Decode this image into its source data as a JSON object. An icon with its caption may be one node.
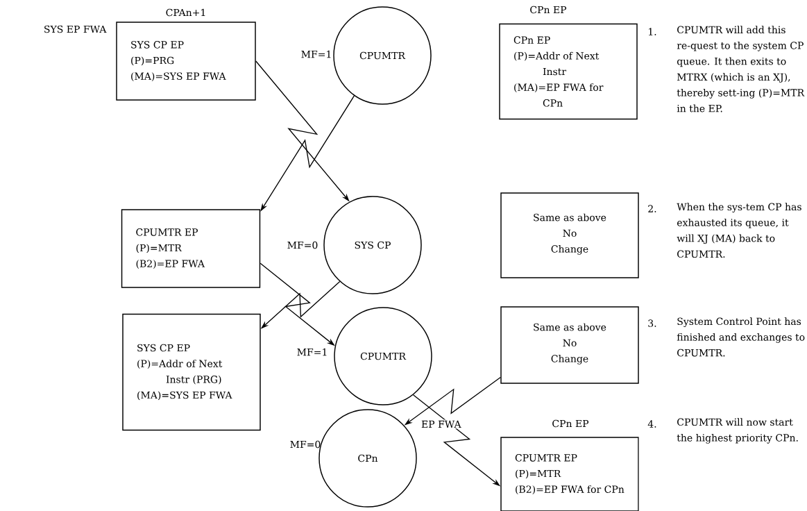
{
  "diagram": {
    "nodes": [
      {
        "text": [
          "CPAn+1",
          "SYS CP EP",
          "(P)=PRG",
          "(MA)=SYS EP FWA"
        ],
        "beside": [
          "SYS EP FWA"
        ]
      },
      {
        "text": [
          "CPUMTR"
        ],
        "beside": [
          "MF=1"
        ]
      },
      {
        "text": [
          "CPn EP",
          "CPn EP",
          "(P)=Addr of Next Instr",
          "(MA)=EP FWA for CPn"
        ]
      },
      {
        "text": [
          "CPUMTR EP",
          "(P)=MTR",
          "(B2)=EP FWA"
        ]
      },
      {
        "text": [
          "SYS CP"
        ],
        "beside": [
          "MF=0"
        ]
      },
      {
        "text": [
          "Same as above",
          "No Change"
        ]
      },
      {
        "text": [
          "SYS CP EP",
          "(P)=Addr of Next Instr (PRG)",
          "(MA)=SYS EP FWA"
        ]
      },
      {
        "text": [
          "CPUMTR"
        ],
        "beside": [
          "MF=1"
        ]
      },
      {
        "text": [
          "Same as above",
          "No Change"
        ]
      },
      {
        "text": [
          "CPn"
        ],
        "beside": [
          "MF=0"
        ]
      },
      {
        "text": [
          "CPn EP",
          "CPUMTR EP",
          "(P)=MTR",
          "(B2)=EP FWA for CPn"
        ]
      }
    ],
    "edges": [
      {
        "from": 0,
        "to": 4,
        "arrow": "to"
      },
      {
        "from": 1,
        "to": 3,
        "arrow": "to"
      },
      {
        "from": 3,
        "to": 7,
        "arrow": "to"
      },
      {
        "from": 4,
        "to": 6,
        "arrow": "to"
      },
      {
        "from": 8,
        "to": 9,
        "arrow": "to"
      },
      {
        "from": 7,
        "to": 10,
        "arrow": "to",
        "label": "EP FWA"
      }
    ],
    "labels": [
      "1.",
      "CPUMTR will add this re-quest to the system CP queue. It then exits to MTRX (which is an XJ), thereby sett-ing (P)=MTR in the EP.",
      "2.",
      "When the sys-tem CP has exhausted its queue, it will XJ (MA) back to CPUMTR.",
      "3.",
      "System Control Point has finished and exchanges to CPUMTR.",
      "4.",
      "CPUMTR will now start the highest priority CPn."
    ]
  }
}
